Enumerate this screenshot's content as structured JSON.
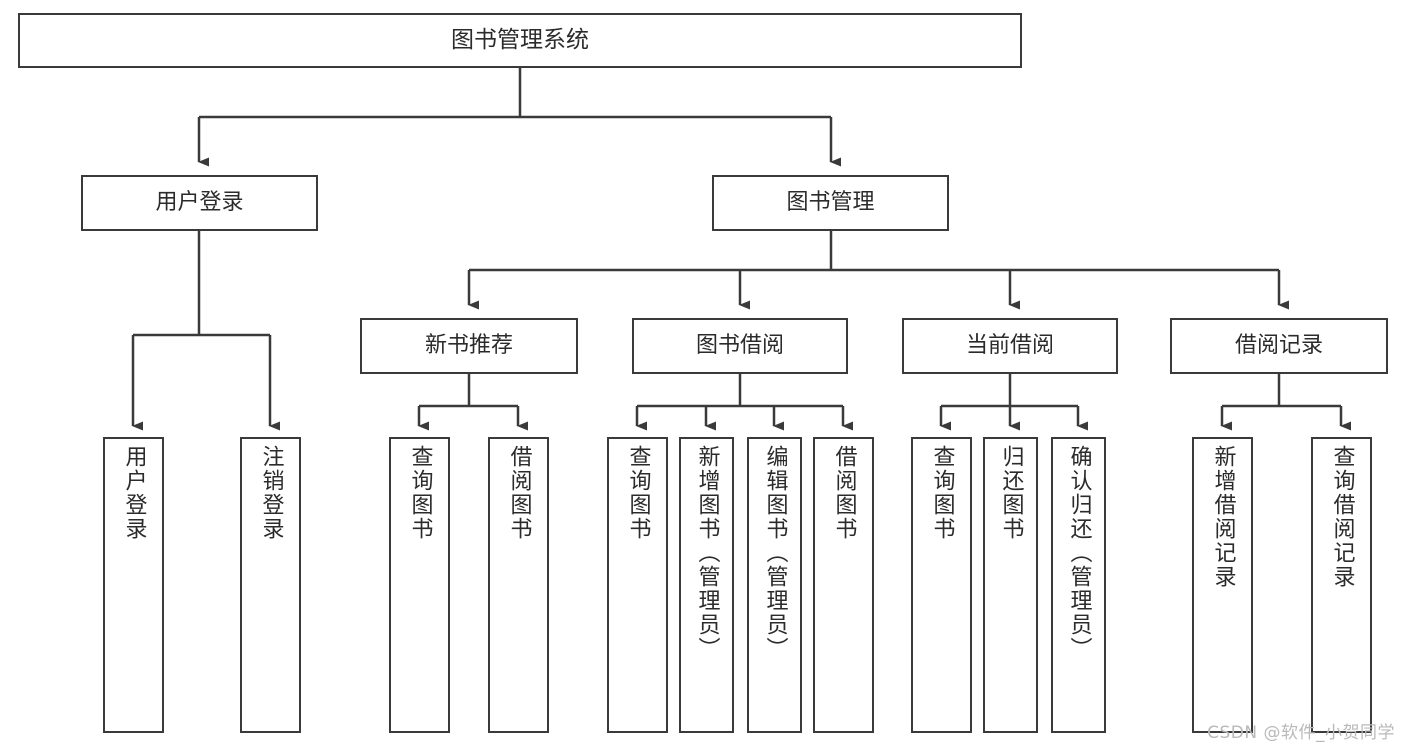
{
  "diagram": {
    "title": "图书管理系统",
    "type": "tree-hierarchy-diagram",
    "watermark": "CSDN @软件_小贺同学",
    "stroke_color": "#3a3a3a",
    "text_color": "#2b2b2b",
    "background_color": "#ffffff"
  },
  "root": {
    "label": "图书管理系统"
  },
  "level2": [
    {
      "label": "用户登录"
    },
    {
      "label": "图书管理"
    }
  ],
  "level3": [
    {
      "label": "新书推荐"
    },
    {
      "label": "图书借阅"
    },
    {
      "label": "当前借阅"
    },
    {
      "label": "借阅记录"
    }
  ],
  "leaves": {
    "user_login": [
      {
        "label": "用户登录"
      },
      {
        "label": "注销登录"
      }
    ],
    "new_book_recommend": [
      {
        "label": "查询图书"
      },
      {
        "label": "借阅图书"
      }
    ],
    "book_borrow": [
      {
        "label": "查询图书"
      },
      {
        "label": "新增图书（管理员）"
      },
      {
        "label": "编辑图书（管理员）"
      },
      {
        "label": "借阅图书"
      }
    ],
    "current_borrow": [
      {
        "label": "查询图书"
      },
      {
        "label": "归还图书"
      },
      {
        "label": "确认归还（管理员）"
      }
    ],
    "borrow_record": [
      {
        "label": "新增借阅记录"
      },
      {
        "label": "查询借阅记录"
      }
    ]
  }
}
